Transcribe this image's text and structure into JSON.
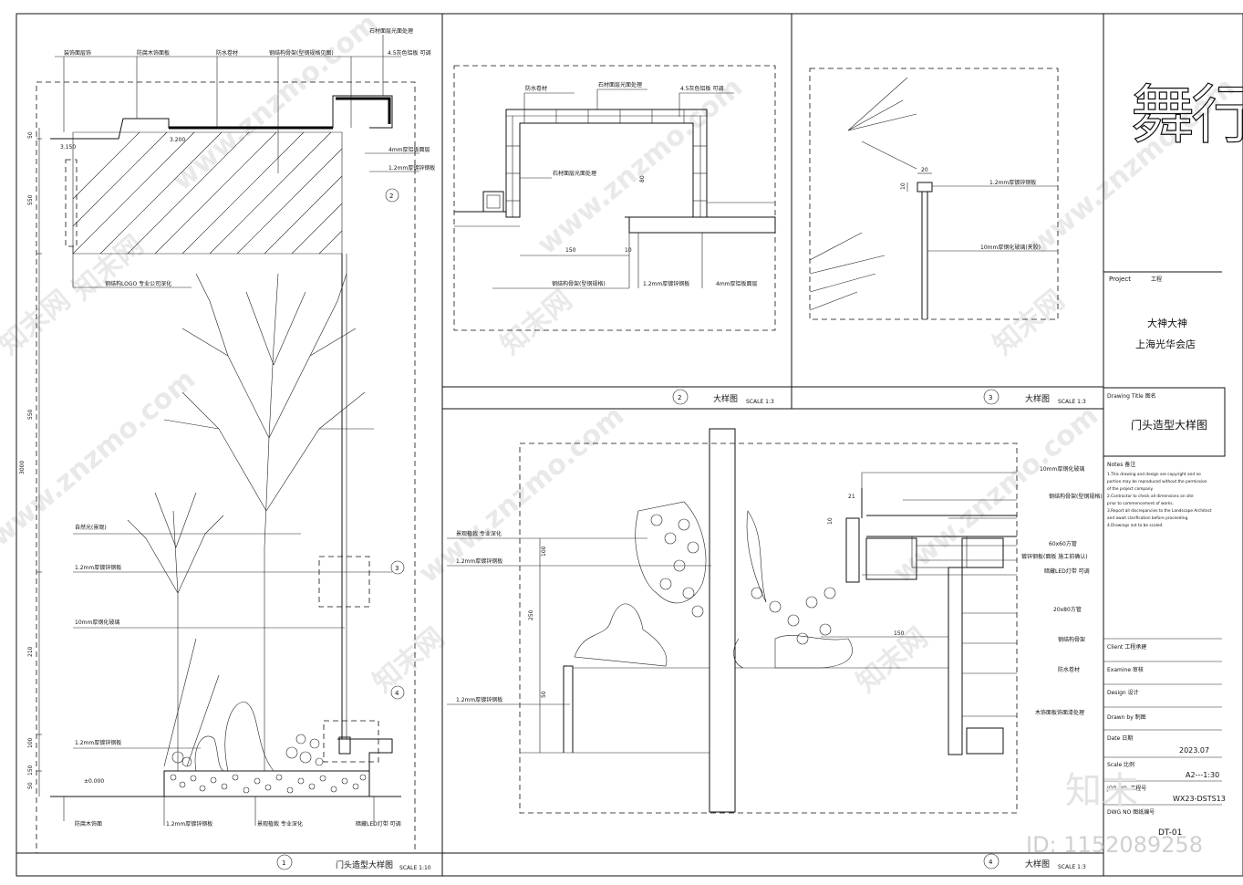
{
  "logo": {
    "text": "舞行"
  },
  "watermark": {
    "site": "www.znzmo.com",
    "brand": "知末网",
    "corner_brand": "知末",
    "id_label": "ID: 1152089258"
  },
  "title_block": {
    "project_label": "Project",
    "project_tag": "工程",
    "client": "大神大神",
    "project_name": "上海光华会店",
    "drawing_title_label": "Drawing Title 图名",
    "drawing_title": "门头造型大样图",
    "notes_label": "Notes 备注",
    "notes_lines": [
      "1.This drawing and design are copyright and no",
      "portion may be reproduced without the permission",
      "of the project company.",
      "2.Contractor to check all dimensions on site",
      "prior to commencement of works.",
      "3.Report all discrepancies to the Landscape Architect",
      "and await clarification before proceeding.",
      "4.Drawings not to be scaled."
    ],
    "client_label": "Client 工程承建",
    "examine_label": "Examine 审核",
    "design_label": "Design 设计",
    "drawn_label": "Drawn by 制图",
    "date_label": "Date 日期",
    "date_value": "2023.07",
    "scale_label": "Scale 比例",
    "scale_value": "A2---1:30",
    "job_label": "JOB NO. 工程号",
    "job_value": "WX23-DSTS13",
    "dwg_label": "DWG NO 图纸编号",
    "dwg_value": "DT-01"
  },
  "details": [
    {
      "number": "1",
      "name": "门头造型大样图",
      "scale": "SCALE 1:10"
    },
    {
      "number": "2",
      "name": "大样图",
      "scale": "SCALE 1:3"
    },
    {
      "number": "3",
      "name": "大样图",
      "scale": "SCALE 1:3"
    },
    {
      "number": "4",
      "name": "大样图",
      "scale": "SCALE 1:3"
    }
  ],
  "detail1": {
    "top_labels": [
      "装饰面层饰",
      "防腐木饰面板",
      "防水卷材",
      "钢结构骨架(型钢规格见图)",
      "4.5灰色铝板 可调",
      "石材面层光面处理"
    ],
    "side_labels": [
      "4mm厚铝板面层",
      "1.2mm厚镀锌钢板",
      "钢结构LOGO 专业公司深化",
      "自然光(景观)",
      "1.2mm厚镀锌钢板",
      "10mm厚钢化玻璃",
      "1.2mm厚镀锌钢板"
    ],
    "bottom_labels": [
      "防腐木饰面",
      "1.2mm厚镀锌钢板",
      "景观植栽 专业深化",
      "暗藏LED灯带 可调"
    ],
    "levels": [
      "3.150",
      "3.200",
      "±0.000"
    ],
    "dims": [
      "50",
      "550",
      "550",
      "3000",
      "210",
      "100",
      "150",
      "50"
    ],
    "markers": [
      "2",
      "3",
      "4"
    ]
  },
  "detail2": {
    "labels": [
      "防水卷材",
      "石材面层光面处理",
      "4.5灰色铝板 可调",
      "石材面层光面处理",
      "钢结构骨架(型钢规格)",
      "1.2mm厚镀锌钢板",
      "4mm厚铝板面层"
    ],
    "dims": [
      "150",
      "10",
      "80"
    ]
  },
  "detail3": {
    "labels": [
      "1.2mm厚镀锌钢板",
      "10mm厚钢化玻璃(夹胶)"
    ],
    "dims": [
      "20",
      "10"
    ]
  },
  "detail4": {
    "right_labels": [
      "10mm厚钢化玻璃",
      "钢结构骨架(型钢规格)",
      "60x60方管",
      "镀锌钢板(面板 施工前确认)",
      "暗藏LED灯带 可调",
      "20x80方管",
      "钢结构骨架",
      "防水卷材",
      "木饰面板饰面漆处理"
    ],
    "left_labels": [
      "景观植栽 专业深化",
      "1.2mm厚镀锌钢板",
      "1.2mm厚镀锌钢板"
    ],
    "dims": [
      "100",
      "250",
      "50",
      "150",
      "21",
      "10"
    ]
  }
}
